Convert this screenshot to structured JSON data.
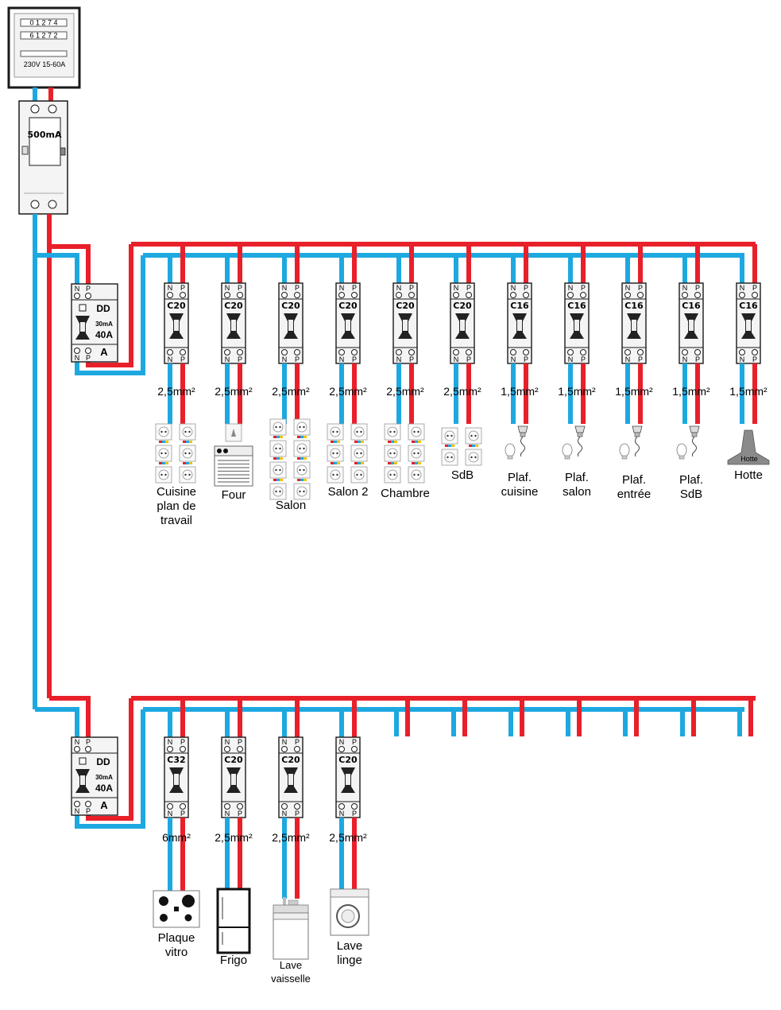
{
  "colors": {
    "neutral": "#1ea8e0",
    "phase": "#e8202a",
    "frame": "#1a1a1a",
    "module": "#f2f2f2"
  },
  "meter": {
    "counter1": "0 1 2 7 4",
    "counter2": "6 1 2 7 2",
    "rating": "230V  15-60A"
  },
  "main_breaker": {
    "rating": "500mA"
  },
  "terminals": {
    "neutral": "N",
    "phase": "P"
  },
  "rows": [
    {
      "dd": {
        "title": "DD",
        "sensitivity": "30mA",
        "rating": "40A",
        "type": "A"
      },
      "circuits": [
        {
          "caliber": "C20",
          "section": "2,5mm²",
          "label": [
            "Cuisine",
            "plan de",
            "travail"
          ],
          "icon": "outlets-2x3-icon"
        },
        {
          "caliber": "C20",
          "section": "2,5mm²",
          "label": [
            "Four"
          ],
          "icon": "oven-icon"
        },
        {
          "caliber": "C20",
          "section": "2,5mm²",
          "label": [
            "Salon"
          ],
          "icon": "outlets-2x4-icon"
        },
        {
          "caliber": "C20",
          "section": "2,5mm²",
          "label": [
            "Salon 2"
          ],
          "icon": "outlets-2x3-icon"
        },
        {
          "caliber": "C20",
          "section": "2,5mm²",
          "label": [
            "Chambre"
          ],
          "icon": "outlets-2x3-icon"
        },
        {
          "caliber": "C20",
          "section": "2,5mm²",
          "label": [
            "SdB"
          ],
          "icon": "outlets-2x2-icon"
        },
        {
          "caliber": "C16",
          "section": "1,5mm²",
          "label": [
            "Plaf.",
            "cuisine"
          ],
          "icon": "ceiling-light-icon"
        },
        {
          "caliber": "C16",
          "section": "1,5mm²",
          "label": [
            "Plaf.",
            "salon"
          ],
          "icon": "ceiling-light-icon"
        },
        {
          "caliber": "C16",
          "section": "1,5mm²",
          "label": [
            "Plaf.",
            "entrée"
          ],
          "icon": "ceiling-light-icon"
        },
        {
          "caliber": "C16",
          "section": "1,5mm²",
          "label": [
            "Plaf.",
            "SdB"
          ],
          "icon": "ceiling-light-icon"
        },
        {
          "caliber": "C16",
          "section": "1,5mm²",
          "label": [
            "Hotte"
          ],
          "icon": "hood-icon",
          "icon_text": "Hotte"
        }
      ]
    },
    {
      "dd": {
        "title": "DD",
        "sensitivity": "30mA",
        "rating": "40A",
        "type": "A"
      },
      "circuits": [
        {
          "caliber": "C32",
          "section": "6mm²",
          "label": [
            "Plaque",
            "vitro"
          ],
          "icon": "cooktop-icon"
        },
        {
          "caliber": "C20",
          "section": "2,5mm²",
          "label": [
            "Frigo"
          ],
          "icon": "fridge-icon"
        },
        {
          "caliber": "C20",
          "section": "2,5mm²",
          "label": [
            "Lave",
            "vaisselle"
          ],
          "icon": "dishwasher-icon"
        },
        {
          "caliber": "C20",
          "section": "2,5mm²",
          "label": [
            "Lave",
            "linge"
          ],
          "icon": "washing-machine-icon"
        }
      ],
      "spare_slots": 7
    }
  ]
}
